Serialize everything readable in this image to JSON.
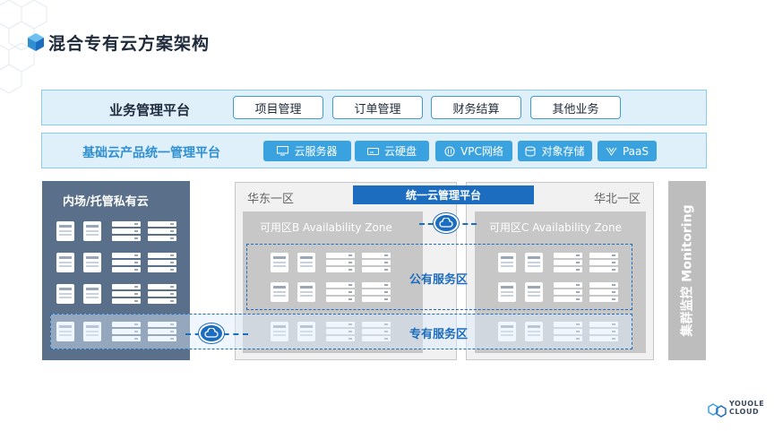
{
  "title": "混合专有云方案架构",
  "business_platform": {
    "label": "业务管理平台",
    "items": [
      "项目管理",
      "订单管理",
      "财务结算",
      "其他业务"
    ]
  },
  "base_platform": {
    "label": "基础云产品统一管理平台",
    "services": [
      {
        "icon": "monitor-icon",
        "label": "云服务器"
      },
      {
        "icon": "disk-icon",
        "label": "云硬盘"
      },
      {
        "icon": "vpc-icon",
        "label": "VPC网络"
      },
      {
        "icon": "storage-icon",
        "label": "对象存储"
      },
      {
        "icon": "paas-icon",
        "label": "PaaS"
      }
    ]
  },
  "private_cloud": {
    "label": "内场/托管私有云"
  },
  "regions": {
    "east": {
      "label": "华东一区",
      "zone": "可用区B  Availability Zone"
    },
    "north": {
      "label": "华北一区",
      "zone": "可用区C  Availability Zone"
    }
  },
  "unified_platform": "统一云管理平台",
  "public_area": "公有服务区",
  "dedicated_area": "专有服务区",
  "monitoring": "集群监控  Monitoring",
  "logo": {
    "line1": "YOUOLE",
    "line2": "CLOUD"
  },
  "colors": {
    "accent": "#1c6cbf",
    "service": "#3aa3df",
    "private": "#596f8a",
    "band": "#dff0fb"
  }
}
